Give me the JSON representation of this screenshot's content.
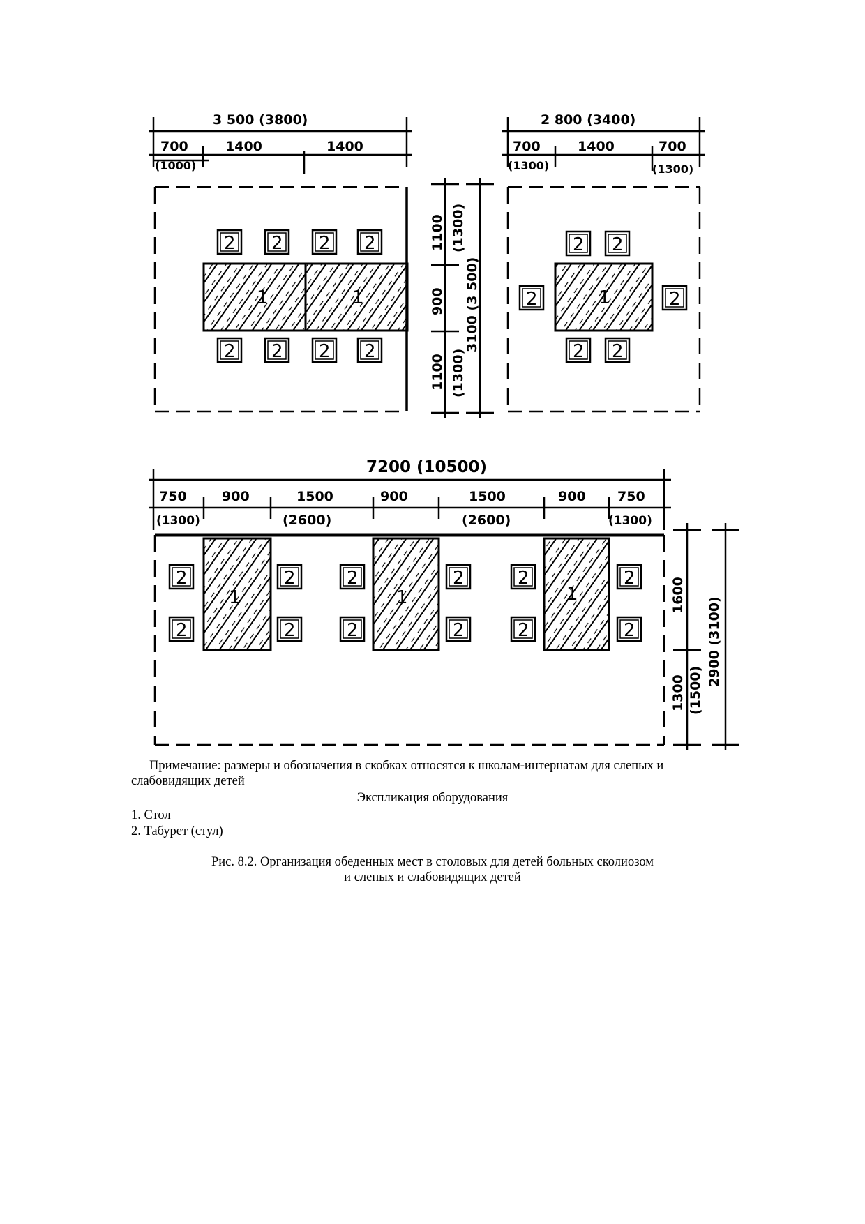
{
  "drawing": {
    "plan_a": {
      "total_width": "3 500 (3800)",
      "segments": [
        "700",
        "1400",
        "1400"
      ],
      "segment_alt": "(1000)",
      "side_dims": [
        "1100",
        "(1300)",
        "900",
        "1100",
        "(1300)"
      ],
      "total_depth": "3100 (3 500)"
    },
    "plan_b": {
      "total_width": "2 800 (3400)",
      "segments": [
        "700",
        "1400",
        "700"
      ],
      "segment_alts": [
        "(1300)",
        "(1300)"
      ]
    },
    "plan_c": {
      "total_width": "7200 (10500)",
      "segments": [
        "750",
        "900",
        "1500",
        "900",
        "1500",
        "900",
        "750"
      ],
      "segment_alts": [
        "(1300)",
        "(2600)",
        "(2600)",
        "(1300)"
      ],
      "side_dims": [
        "1600",
        "1300",
        "(1500)"
      ],
      "total_depth": "2900 (3100)"
    },
    "table_label": "1",
    "stool_label": "2"
  },
  "note": "Примечание: размеры и обозначения в скобках относятся к школам-интернатам для слепых и слабовидящих детей",
  "explication": {
    "title": "Экспликация оборудования",
    "items": [
      "1. Стол",
      "2. Табурет (стул)"
    ]
  },
  "caption": {
    "line1": "Рис. 8.2. Организация обеденных мест в столовых для детей больных сколиозом",
    "line2": "и слепых и слабовидящих детей"
  }
}
